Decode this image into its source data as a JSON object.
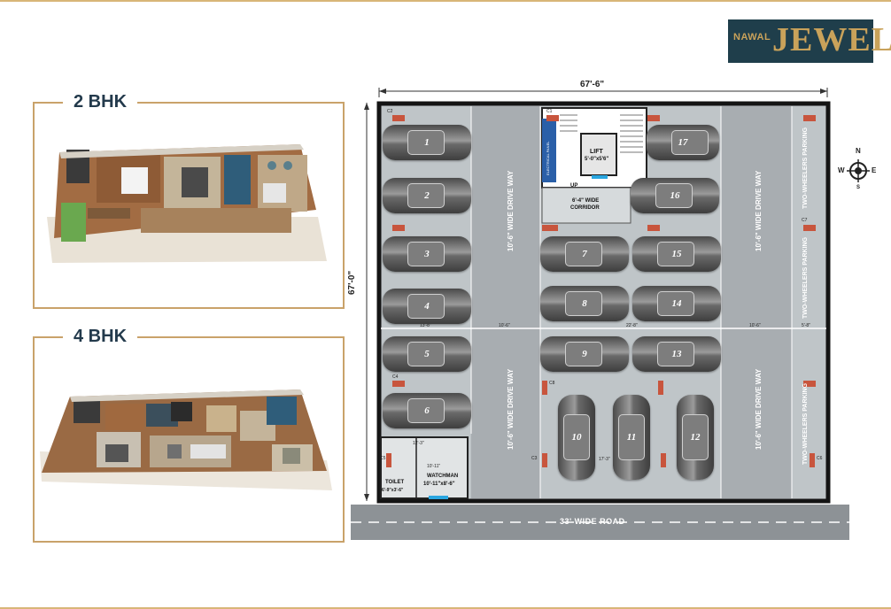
{
  "logo": {
    "small": "NAWAL",
    "big": "JEWEL"
  },
  "cards": [
    {
      "title": "2 BHK"
    },
    {
      "title": "4 BHK"
    }
  ],
  "plan": {
    "width_dim": "67'-6\"",
    "height_dim": "67'-0\"",
    "road": "33' WIDE ROAD",
    "drive_way": "10'-6\" WIDE DRIVE WAY",
    "two_wheelers": "TWO-WHEELERS PARKING",
    "lift": "LIFT",
    "lift_size": "5'-0\"x5'6\"",
    "electrical_panel": "ELECTRICAL PANEL",
    "up": "UP",
    "corridor_line1": "6'-4\" WIDE",
    "corridor_line2": "CORRIDOR",
    "watchman": "WATCHMAN",
    "watchman_size": "10'-11\"x8'-6\"",
    "toilet": "TOILET",
    "toilet_size": "6'-9\"x3'-6\"",
    "dims": {
      "a": "13'-8\"",
      "b": "10'-6\"",
      "c": "22'-8\"",
      "d": "10'-6\"",
      "e": "5'-8\"",
      "f": "12'-3\"",
      "g": "10'-11\"",
      "h": "17'-3\""
    },
    "columns": [
      "C1",
      "C2",
      "C3",
      "C4",
      "C5",
      "C6",
      "C7",
      "C8"
    ],
    "slots": [
      "1",
      "2",
      "3",
      "4",
      "5",
      "6",
      "7",
      "8",
      "9",
      "10",
      "11",
      "12",
      "13",
      "14",
      "15",
      "16",
      "17"
    ]
  },
  "compass": {
    "n": "N",
    "s": "S",
    "e": "E",
    "w": "W"
  }
}
